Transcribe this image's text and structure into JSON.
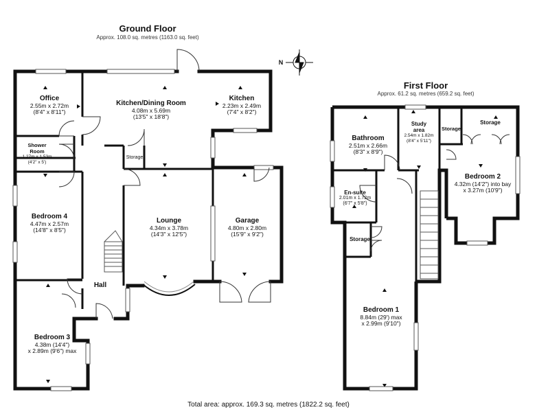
{
  "ground_floor": {
    "title": "Ground Floor",
    "area": "Approx. 108.0 sq. metres (1163.0 sq. feet)",
    "rooms": {
      "office": {
        "name": "Office",
        "dims": [
          "2.55m x 2.72m",
          "(8'4\" x 8'11\")"
        ]
      },
      "kitchen_dining": {
        "name": "Kitchen/Dining Room",
        "dims": [
          "4.08m x 5.69m",
          "(13'5\" x 18'8\")"
        ]
      },
      "kitchen": {
        "name": "Kitchen",
        "dims": [
          "2.23m x 2.49m",
          "(7'4\" x 8'2\")"
        ]
      },
      "shower_room": {
        "name": "Shower Room",
        "dims": [
          "1.27m x 1.53m",
          "(4'2\" x 5')"
        ]
      },
      "storage": {
        "name": "Storage"
      },
      "bedroom4": {
        "name": "Bedroom 4",
        "dims": [
          "4.47m x 2.57m",
          "(14'8\" x 8'5\")"
        ]
      },
      "lounge": {
        "name": "Lounge",
        "dims": [
          "4.34m x 3.78m",
          "(14'3\" x 12'5\")"
        ]
      },
      "garage": {
        "name": "Garage",
        "dims": [
          "4.80m x 2.80m",
          "(15'9\" x 9'2\")"
        ]
      },
      "hall": {
        "name": "Hall"
      },
      "bedroom3": {
        "name": "Bedroom 3",
        "dims": [
          "4.38m (14'4\")",
          "x 2.89m (9'6\") max"
        ]
      }
    }
  },
  "first_floor": {
    "title": "First Floor",
    "area": "Approx. 61.2 sq. metres (659.2 sq. feet)",
    "rooms": {
      "bathroom": {
        "name": "Bathroom",
        "dims": [
          "2.51m x 2.66m",
          "(8'3\" x 8'9\")"
        ]
      },
      "study": {
        "name": "Study area",
        "dims": [
          "2.54m x 1.82m",
          "(8'4\" x 5'11\")"
        ]
      },
      "storage_small": {
        "name": "Storage"
      },
      "storage_top": {
        "name": "Storage"
      },
      "bedroom2": {
        "name": "Bedroom 2",
        "dims": [
          "4.32m (14'2\") into bay",
          "x 3.27m (10'9\")"
        ]
      },
      "ensuite": {
        "name": "En-suite",
        "dims": [
          "2.01m x 1.72m",
          "(6'7\" x 5'8\")"
        ]
      },
      "storage_left": {
        "name": "Storage"
      },
      "bedroom1": {
        "name": "Bedroom 1",
        "dims": [
          "8.84m (29') max",
          "x 2.99m (9'10\")"
        ]
      }
    }
  },
  "compass": {
    "label": "N"
  },
  "total_area": "Total area: approx. 169.3 sq. metres (1822.2 sq. feet)"
}
